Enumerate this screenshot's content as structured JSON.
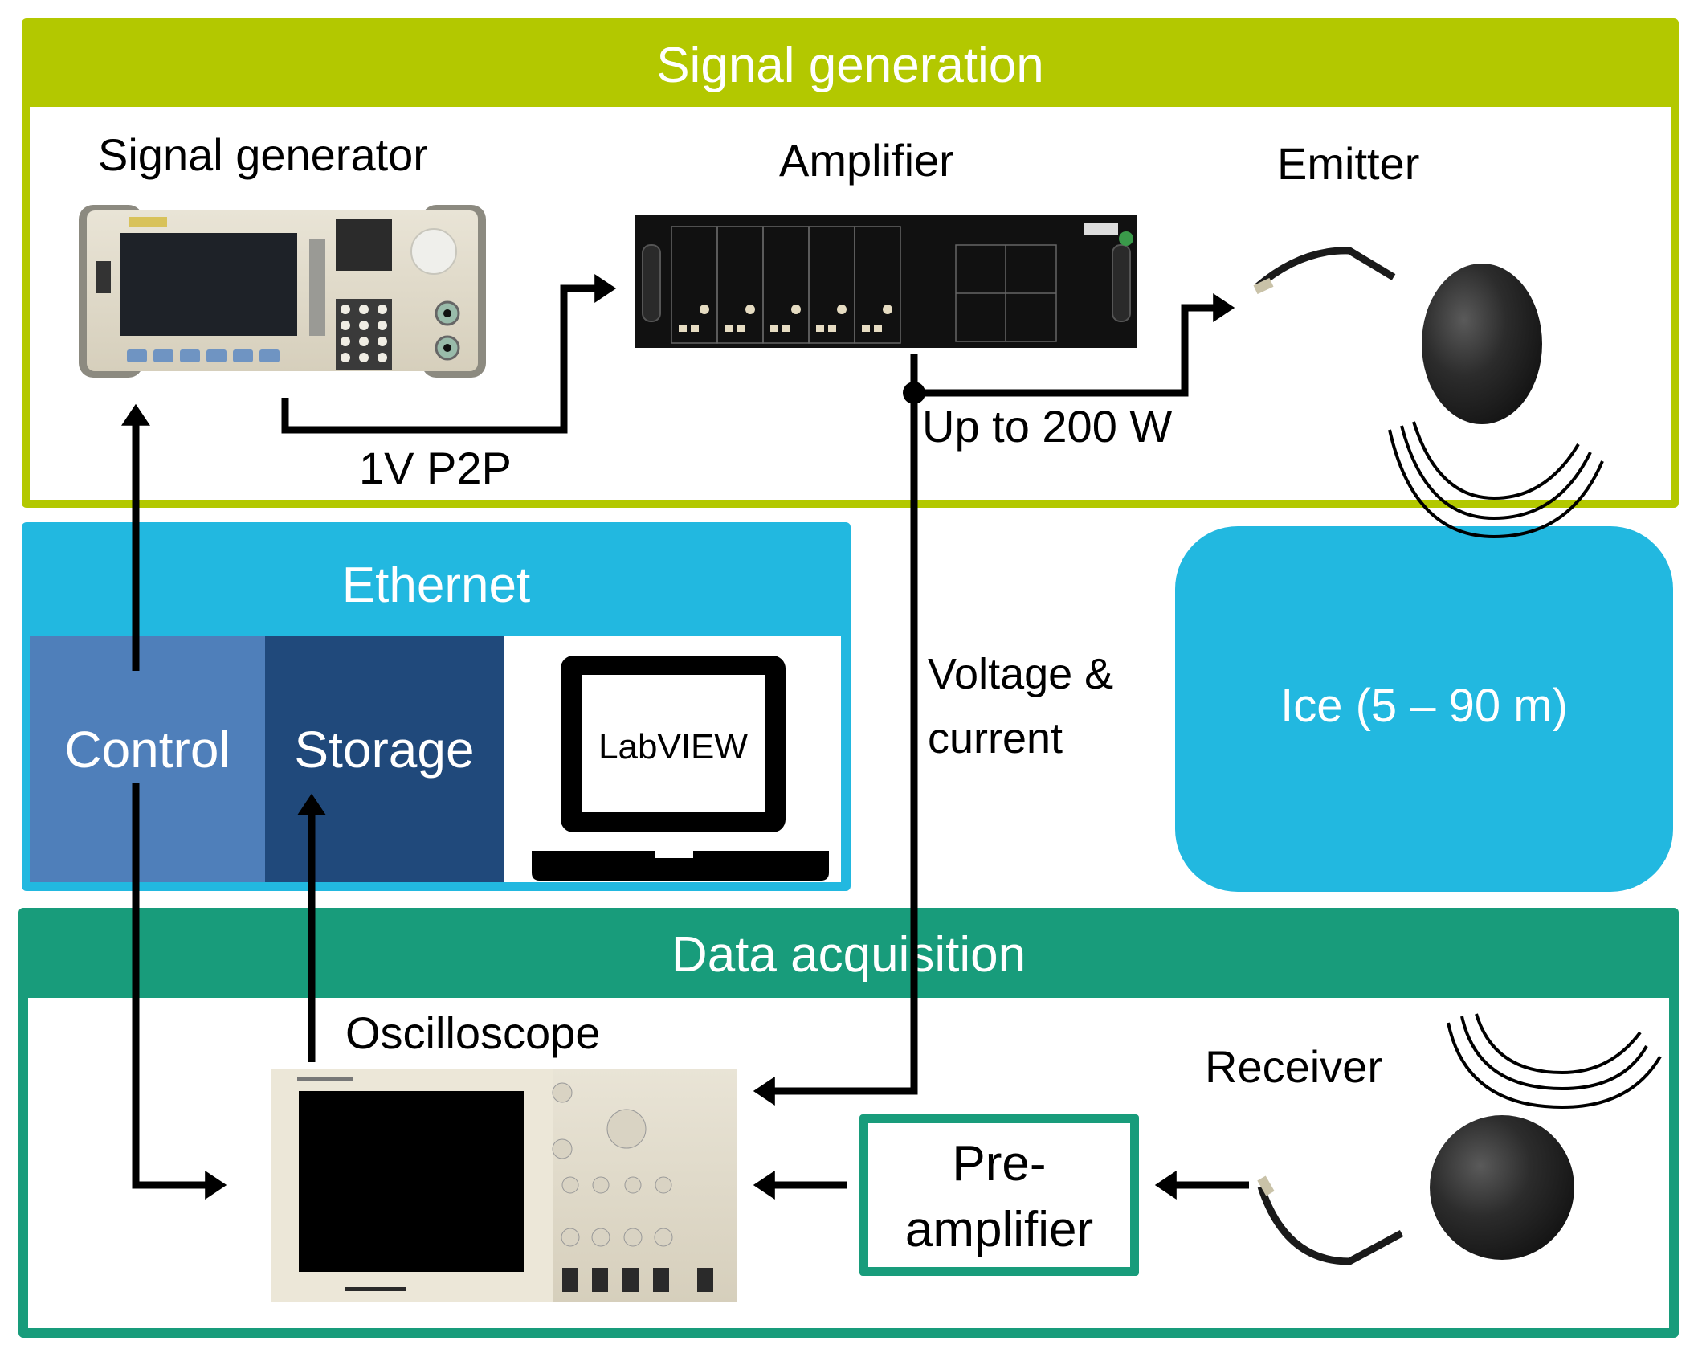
{
  "diagram": {
    "sections": {
      "signal_generation": {
        "title": "Signal generation",
        "color": "#b3c800"
      },
      "ethernet": {
        "title": "Ethernet",
        "color": "#22b8e0",
        "panels": [
          {
            "label": "Control",
            "color": "#4f7fba"
          },
          {
            "label": "Storage",
            "color": "#20497b"
          },
          {
            "label": "LabVIEW",
            "icon": "laptop-icon"
          }
        ]
      },
      "data_acquisition": {
        "title": "Data acquisition",
        "color": "#189c7b"
      },
      "ice": {
        "label": "Ice (5 – 90 m)",
        "color": "#22b8e0"
      }
    },
    "devices": {
      "signal_generator": {
        "label": "Signal generator",
        "icon": "function-generator-icon"
      },
      "amplifier": {
        "label": "Amplifier",
        "icon": "power-amplifier-icon"
      },
      "emitter": {
        "label": "Emitter",
        "icon": "spherical-transducer-icon"
      },
      "oscilloscope": {
        "label": "Oscilloscope",
        "icon": "oscilloscope-icon"
      },
      "preamplifier": {
        "label_line1": "Pre-",
        "label_line2": "amplifier"
      },
      "receiver": {
        "label": "Receiver",
        "icon": "spherical-transducer-icon"
      }
    },
    "connections": {
      "gen_to_amp": "1V P2P",
      "amp_to_emitter": "Up to 200 W",
      "amp_monitor_line1": "Voltage &",
      "amp_monitor_line2": "current"
    }
  }
}
